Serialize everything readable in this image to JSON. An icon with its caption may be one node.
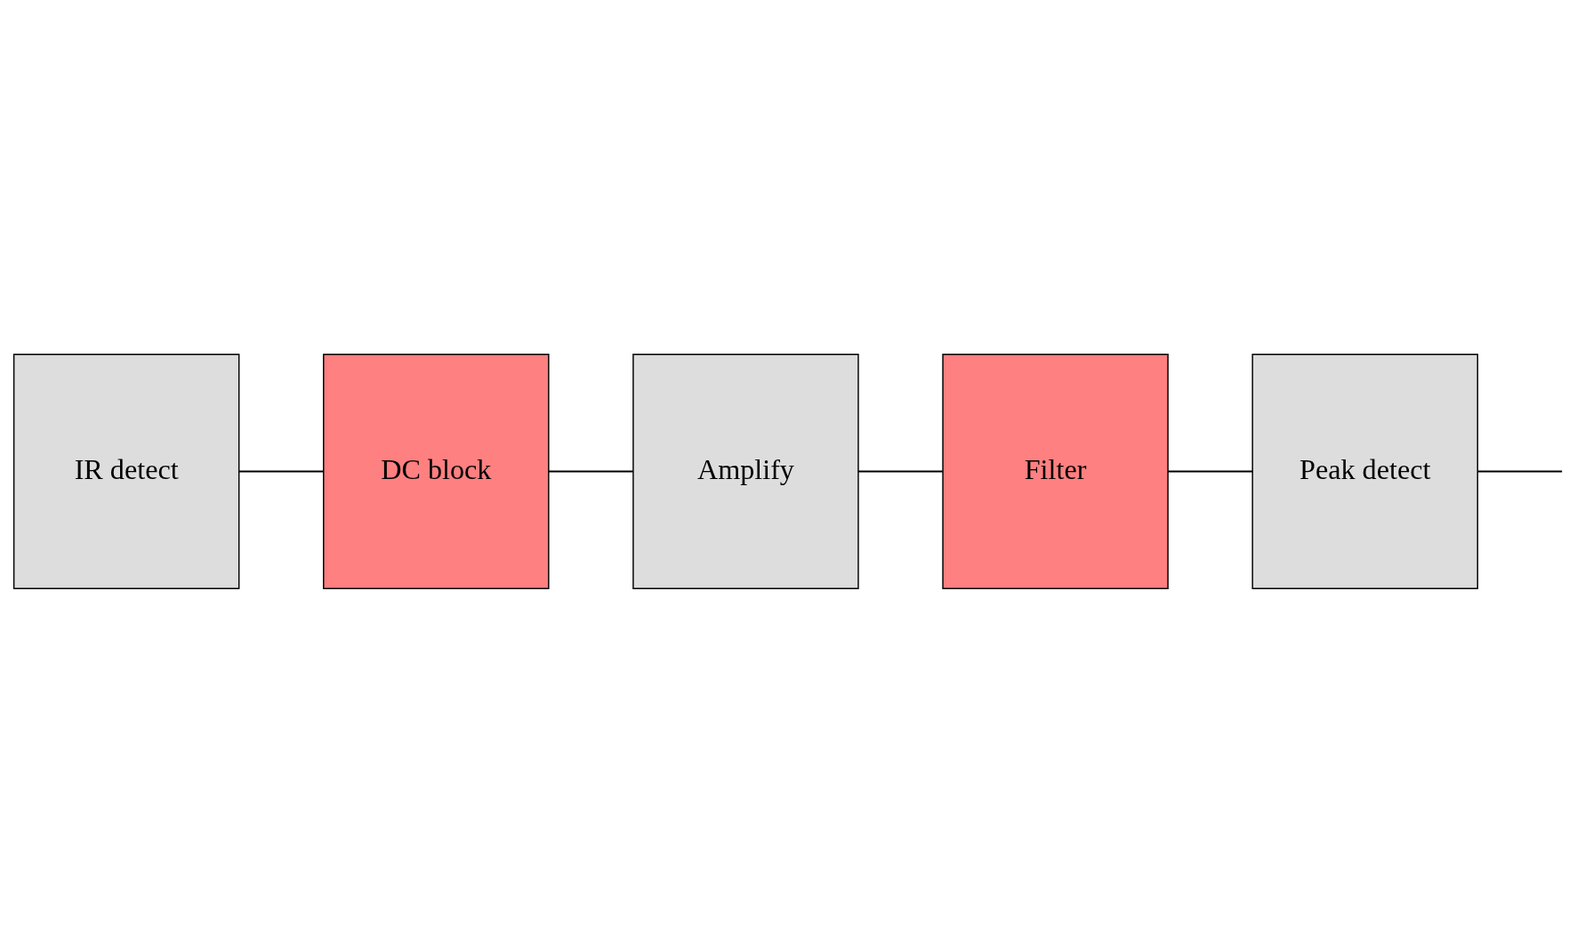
{
  "diagram": {
    "nodes": [
      {
        "text": [
          "IR detect"
        ]
      },
      {
        "text": [
          "DC block"
        ]
      },
      {
        "text": [
          "Amplify"
        ]
      },
      {
        "text": [
          "Filter"
        ]
      },
      {
        "text": [
          "Peak detect"
        ]
      }
    ],
    "edges": [
      {
        "from": 0,
        "to": 1,
        "arrow": "none"
      },
      {
        "from": 1,
        "to": 2,
        "arrow": "none"
      },
      {
        "from": 2,
        "to": 3,
        "arrow": "none"
      },
      {
        "from": 3,
        "to": 4,
        "arrow": "none"
      },
      {
        "from": 4,
        "to": null,
        "arrow": "none"
      }
    ]
  }
}
